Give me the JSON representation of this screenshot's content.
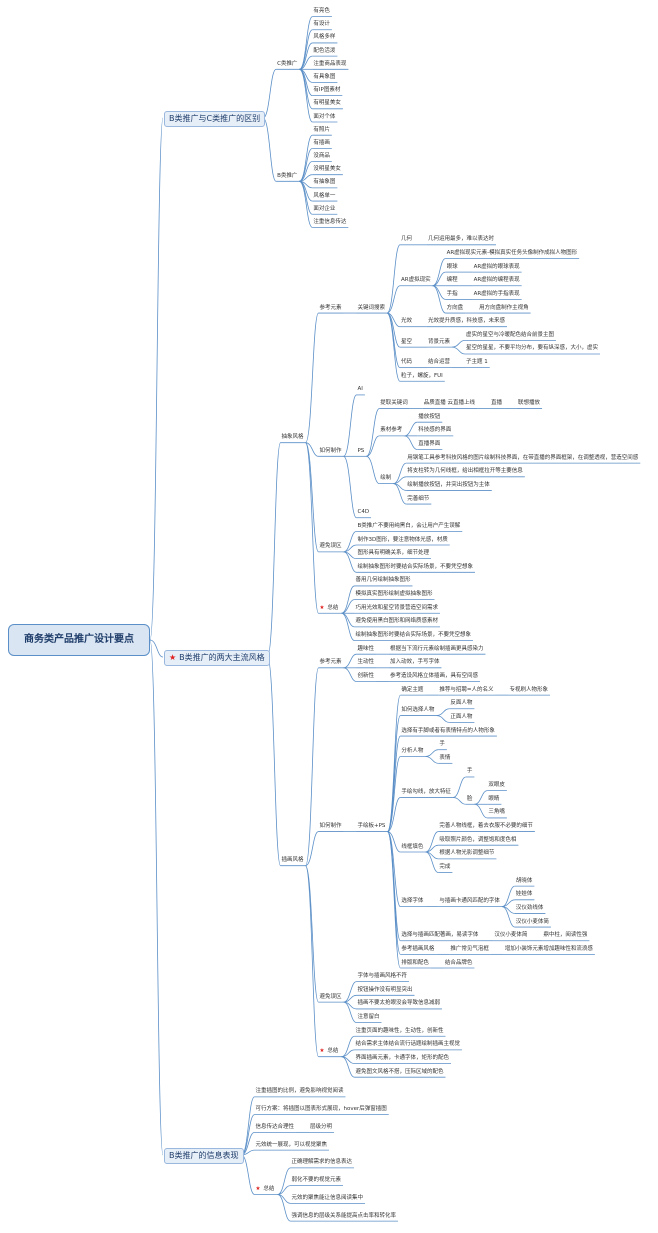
{
  "title": "商务类产品推广设计要点",
  "branches": [
    {
      "label": "B类推广与C类推广的区别",
      "children": [
        {
          "label": "C类推广",
          "children": [
            {
              "label": "有亮色"
            },
            {
              "label": "有设计"
            },
            {
              "label": "风格多样"
            },
            {
              "label": "配色活泼"
            },
            {
              "label": "注重商品表现"
            },
            {
              "label": "有具象图"
            },
            {
              "label": "有IP图素材"
            },
            {
              "label": "有明星美女"
            },
            {
              "label": "面对个体"
            }
          ]
        },
        {
          "label": "B类推广",
          "children": [
            {
              "label": "有照片"
            },
            {
              "label": "有插画"
            },
            {
              "label": "没商品"
            },
            {
              "label": "没明星美女"
            },
            {
              "label": "有抽象图"
            },
            {
              "label": "风格单一"
            },
            {
              "label": "面对企业"
            },
            {
              "label": "注重信息传达"
            }
          ]
        }
      ]
    },
    {
      "label": "B类推广的两大主流风格",
      "star": true,
      "children": [
        {
          "label": "抽象风格",
          "children": [
            {
              "label": "参考元素",
              "children": [
                {
                  "label": "关键词搜索",
                  "children": [
                    {
                      "label": "几何",
                      "children": [
                        {
                          "label": "几何运用最多，难以表达时"
                        }
                      ]
                    },
                    {
                      "label": "AR虚拟现实",
                      "children": [
                        {
                          "label": "AR虚拟现实元素-模拟真实任务头像制作成拟人物图形"
                        },
                        {
                          "label": "眼球",
                          "children": [
                            {
                              "label": "AR虚拟的眼球表现"
                            }
                          ]
                        },
                        {
                          "label": "编程",
                          "children": [
                            {
                              "label": "AR虚拟的编程表现"
                            }
                          ]
                        },
                        {
                          "label": "手指",
                          "children": [
                            {
                              "label": "AR虚拟的手指表现"
                            }
                          ]
                        },
                        {
                          "label": "方向盘",
                          "children": [
                            {
                              "label": "用方向盘制作主视角"
                            }
                          ]
                        }
                      ]
                    },
                    {
                      "label": "光效",
                      "children": [
                        {
                          "label": "光效提升质感，科技感，未来感"
                        }
                      ]
                    },
                    {
                      "label": "星空",
                      "children": [
                        {
                          "label": "背景元素",
                          "children": [
                            {
                              "label": "虚实的星空与冷暖配色结合前景主图"
                            },
                            {
                              "label": "星空的星星，不要平均分布，要有纵深感，大小，虚实"
                            }
                          ]
                        }
                      ]
                    },
                    {
                      "label": "代码",
                      "children": [
                        {
                          "label": "结合运营",
                          "children": [
                            {
                              "label": "子主题 1"
                            }
                          ]
                        }
                      ]
                    },
                    {
                      "label": "粒子，螺旋，FUI"
                    }
                  ]
                }
              ]
            },
            {
              "label": "如何制作",
              "children": [
                {
                  "label": "AI"
                },
                {
                  "label": "PS",
                  "children": [
                    {
                      "label": "提取关键词",
                      "children": [
                        {
                          "label": "品质直播 云直播上线",
                          "children": [
                            {
                              "label": "直播",
                              "children": [
                                {
                                  "label": "联想播放"
                                }
                              ]
                            }
                          ]
                        }
                      ]
                    },
                    {
                      "label": "素材参考",
                      "children": [
                        {
                          "label": "播放按钮"
                        },
                        {
                          "label": "科技感的界面"
                        },
                        {
                          "label": "直播界面"
                        }
                      ]
                    },
                    {
                      "label": "绘制",
                      "children": [
                        {
                          "label": "用钢笔工具参考科技风格的图片绘制科技界面，在带直播的界面框架，在调整透视，营造空间感"
                        },
                        {
                          "label": "将支柱转为几何线框，给出相框拉开等主要信息"
                        },
                        {
                          "label": "绘制播放按钮，并突出按钮为主体"
                        },
                        {
                          "label": "完善细节"
                        }
                      ]
                    }
                  ]
                },
                {
                  "label": "C4D"
                }
              ]
            },
            {
              "label": "避免误区",
              "children": [
                {
                  "label": "B类推广不要用纯黑白，会让用户产生误解"
                },
                {
                  "label": "制作3D图形，要注意物体光感，材质"
                },
                {
                  "label": "图形具有明确关系，细节处理"
                },
                {
                  "label": "绘制抽象图形时要结合实际场景，不要凭空想象"
                }
              ]
            },
            {
              "label": "总结",
              "star": true,
              "children": [
                {
                  "label": "善用几何绘制抽象图形"
                },
                {
                  "label": "模拟真实图形绘制虚拟抽象图形"
                },
                {
                  "label": "巧用光效和星空背景营造空间需求"
                },
                {
                  "label": "避免使用黑白图形和网络质感素材"
                },
                {
                  "label": "绘制抽象图形时要结合实际场景，不要凭空想象"
                }
              ]
            }
          ]
        },
        {
          "label": "插画风格",
          "children": [
            {
              "label": "参考元素",
              "children": [
                {
                  "label": "趣味性",
                  "children": [
                    {
                      "label": "根据当下流行元素绘制插画更具感染力"
                    }
                  ]
                },
                {
                  "label": "生动性",
                  "children": [
                    {
                      "label": "加入动效，手写字体"
                    }
                  ]
                },
                {
                  "label": "创新性",
                  "children": [
                    {
                      "label": "参考造设风格立体插画，具有空间感"
                    }
                  ]
                }
              ]
            },
            {
              "label": "如何制作",
              "children": [
                {
                  "label": "手绘板+PS",
                  "children": [
                    {
                      "label": "确定主题",
                      "children": [
                        {
                          "label": "推荐与招聘=人的名义",
                          "children": [
                            {
                              "label": "专视刷人物形象"
                            }
                          ]
                        }
                      ]
                    },
                    {
                      "label": "如何选择人物",
                      "children": [
                        {
                          "label": "反面人物"
                        },
                        {
                          "label": "正面人物"
                        }
                      ]
                    },
                    {
                      "label": "选择有手脚或者有表情特点的人物形象"
                    },
                    {
                      "label": "分析人物",
                      "children": [
                        {
                          "label": "手"
                        },
                        {
                          "label": "表情"
                        }
                      ]
                    },
                    {
                      "label": "手绘勾线，放大特征",
                      "children": [
                        {
                          "label": "手"
                        },
                        {
                          "label": "脸",
                          "children": [
                            {
                              "label": "双眼皮"
                            },
                            {
                              "label": "眼睛"
                            },
                            {
                              "label": "三角嘴"
                            }
                          ]
                        }
                      ]
                    },
                    {
                      "label": "线框填色",
                      "children": [
                        {
                          "label": "完善人物线框，着去衣服不必要的细节"
                        },
                        {
                          "label": "吸取照片颜色，调整饱和度色相"
                        },
                        {
                          "label": "根据人物光影调整细节"
                        },
                        {
                          "label": "完成"
                        }
                      ]
                    },
                    {
                      "label": "选择字体",
                      "children": [
                        {
                          "label": "与插画卡通风匹配的字体",
                          "children": [
                            {
                              "label": "胡晓体"
                            },
                            {
                              "label": "娃娃体"
                            },
                            {
                              "label": "汉仪劲线体"
                            },
                            {
                              "label": "汉仪小麦体简"
                            }
                          ]
                        }
                      ]
                    },
                    {
                      "label": "选择与插画匹配著画，易读字体",
                      "children": [
                        {
                          "label": "汉仪小麦体简",
                          "children": [
                            {
                              "label": "鼎中柱，阅读性强"
                            }
                          ]
                        }
                      ]
                    },
                    {
                      "label": "参考插画风格",
                      "children": [
                        {
                          "label": "推广常见气泡框",
                          "children": [
                            {
                              "label": "增加小装饰元素增加趣味性和流浪感"
                            }
                          ]
                        }
                      ]
                    },
                    {
                      "label": "排版和配色",
                      "children": [
                        {
                          "label": "结合品牌色"
                        }
                      ]
                    }
                  ]
                }
              ]
            },
            {
              "label": "避免误区",
              "children": [
                {
                  "label": "字体与插画风格不符"
                },
                {
                  "label": "按钮操作没有明显突出"
                },
                {
                  "label": "插画不要太抢眼没会导致信息减弱"
                },
                {
                  "label": "注意留白"
                }
              ]
            },
            {
              "label": "总结",
              "star": true,
              "children": [
                {
                  "label": "注重页面的趣味性，生动性，创新性"
                },
                {
                  "label": "结合需求主体结合流行话题绘制插画主视觉"
                },
                {
                  "label": "界面插画元素，卡通字体，矩形的配色"
                },
                {
                  "label": "避免图文风格不搭，压际区域的配色"
                }
              ]
            }
          ]
        }
      ]
    },
    {
      "label": "B类推广的信息表现",
      "children": [
        {
          "label": "注重插图的比例，避免影响视觉阅读"
        },
        {
          "label": "可行方案：将插图以图表形式展现，hover后弹窗插图"
        },
        {
          "label": "信息传达合理性",
          "children": [
            {
              "label": "层级分明"
            }
          ]
        },
        {
          "label": "元效统一展现，可以视觉聚焦"
        },
        {
          "label": "总结",
          "star": true,
          "children": [
            {
              "label": "正确理解需求的信息表达"
            },
            {
              "label": "弱化不要的视觉元素"
            },
            {
              "label": "元效的聚焦能让信息阅读集中"
            },
            {
              "label": "强调信息的层级关系能提高点击率和转化率"
            }
          ]
        }
      ]
    }
  ]
}
